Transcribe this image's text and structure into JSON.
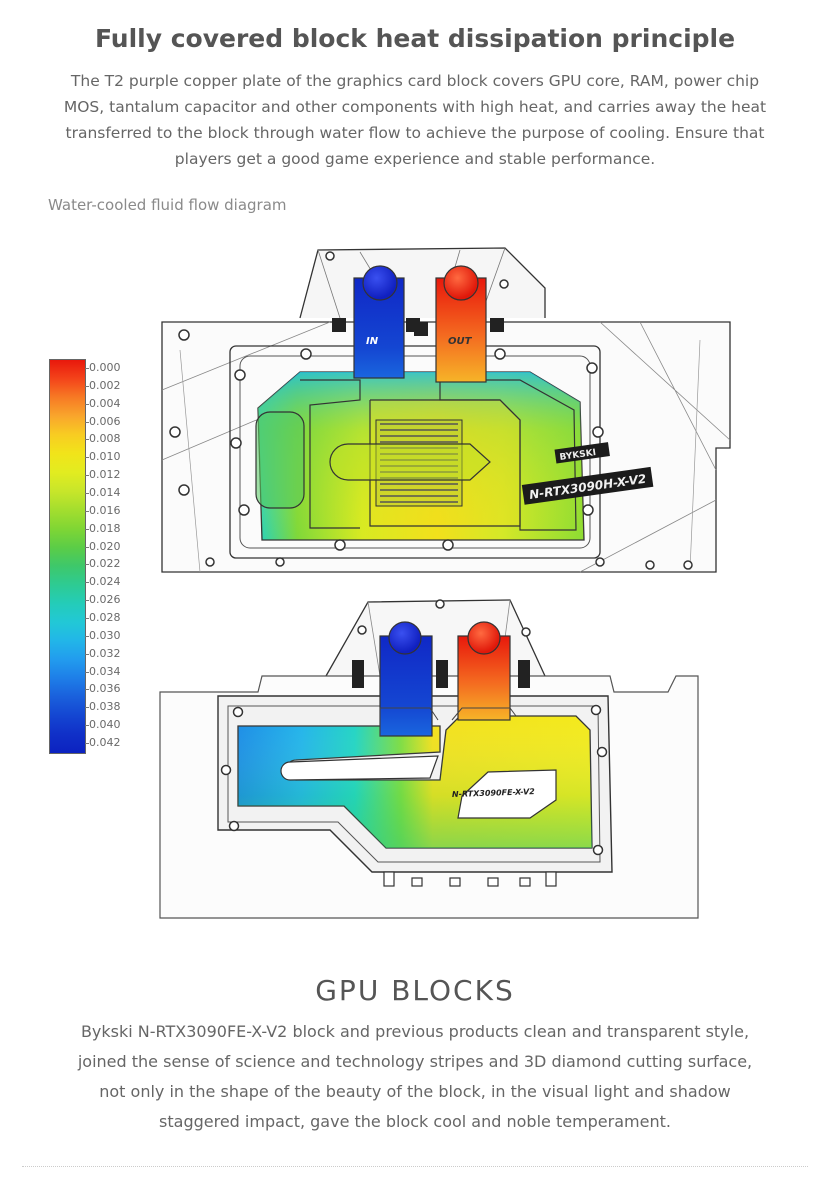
{
  "heading": "Fully covered block heat dissipation principle",
  "intro_lines": [
    "The T2 purple copper plate of the graphics card block covers GPU core, RAM, power chip",
    "MOS, tantalum capacitor and other components with high heat, and carries away the heat",
    "transferred to the block through water flow to achieve the purpose of cooling. Ensure that",
    "players get a good game experience and stable performance."
  ],
  "diagram_caption": "Water-cooled fluid flow diagram",
  "legend": {
    "labels": [
      "0.000",
      "0.002",
      "0.004",
      "0.006",
      "0.008",
      "0.010",
      "0.012",
      "0.014",
      "0.016",
      "0.018",
      "0.020",
      "0.022",
      "0.024",
      "0.026",
      "0.028",
      "0.030",
      "0.032",
      "0.034",
      "0.036",
      "0.038",
      "0.040",
      "0.042"
    ],
    "colors": [
      "#e8180c",
      "#f4441a",
      "#f77a24",
      "#f9a62c",
      "#f8cc22",
      "#f1e41a",
      "#e2ec20",
      "#c8e62a",
      "#a4de2e",
      "#80d634",
      "#5ccd46",
      "#3ec86a",
      "#2ecb92",
      "#24ccb8",
      "#22c8d6",
      "#22b6e8",
      "#229cee",
      "#1e7ee8",
      "#1a60dc",
      "#1446d2",
      "#1030c8",
      "#0c22c0"
    ]
  },
  "block_labels": {
    "in": "IN",
    "out": "OUT",
    "model_top": "N-RTX3090H-X-V2",
    "model_bottom": "N-RTX3090FE-X-V2",
    "brand": "BYKSKI"
  },
  "colors": {
    "hot": "#e8180c",
    "cold": "#1030c8",
    "outline": "#333333"
  },
  "gpu_title": "GPU BLOCKS",
  "gpu_desc_lines": [
    "Bykski N-RTX3090FE-X-V2 block and previous products clean and transparent style,",
    "joined the sense of science and technology stripes and 3D diamond cutting surface,",
    "not only in the shape of the beauty of the block, in the visual light and shadow",
    "staggered impact, gave the block cool and noble temperament."
  ]
}
